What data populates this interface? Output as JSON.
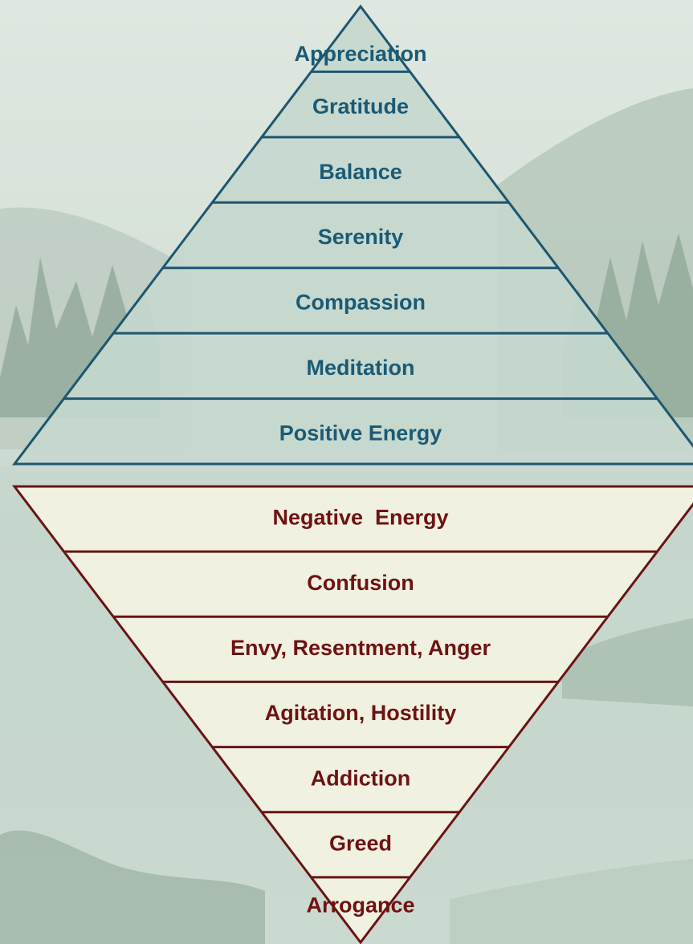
{
  "upper_pyramid": {
    "levels": [
      "Appreciation",
      "Gratitude",
      "Balance",
      "Serenity",
      "Compassion",
      "Meditation",
      "Positive Energy"
    ],
    "fill": "#c5d8ce",
    "stroke": "#1d566f",
    "text_color": "#1b5a75"
  },
  "lower_pyramid": {
    "levels": [
      "Negative  Energy",
      "Confusion",
      "Envy, Resentment, Anger",
      "Agitation, Hostility",
      "Addiction",
      "Greed",
      "Arrogance"
    ],
    "fill": "#f2f2e2",
    "stroke": "#6a1414",
    "text_color": "#6e1212"
  },
  "background": {
    "sky": "#d7e2d9",
    "water": "#c9d9d0",
    "hills": "#b6c7bb",
    "trees": "#8fa798"
  }
}
